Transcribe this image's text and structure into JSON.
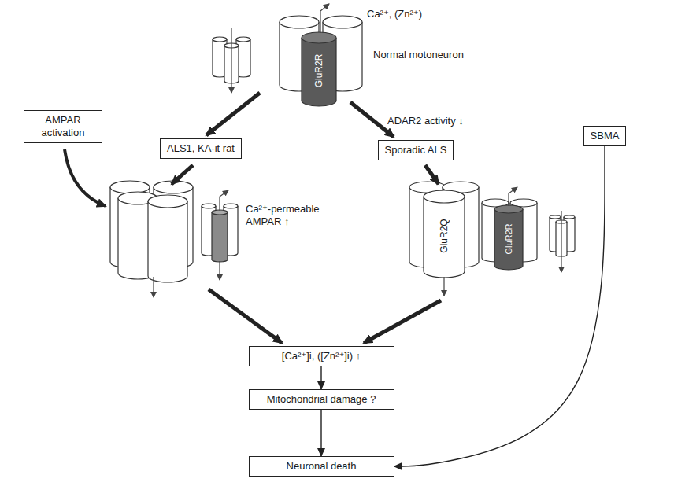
{
  "diagram": {
    "nodes": [
      {
        "text": [
          "ALS1, KA-it rat"
        ]
      },
      {
        "text": [
          "Sporadic ALS"
        ]
      },
      {
        "text": [
          "AMPAR activation"
        ]
      },
      {
        "text": [
          "SBMA"
        ]
      },
      {
        "text": [
          "[Ca²⁺]i, ([Zn²⁺]i) ↑"
        ]
      },
      {
        "text": [
          "Mitochondrial damage ?"
        ]
      },
      {
        "text": [
          "Neuronal death"
        ]
      }
    ],
    "edges": [
      {
        "from": 4,
        "to": 5,
        "arrow": "to"
      },
      {
        "from": 5,
        "to": 6,
        "arrow": "to"
      },
      {
        "from": 3,
        "to": 6,
        "arrow": "to"
      }
    ],
    "labels": [
      "Ca²⁺, (Zn²⁺)",
      "Normal motoneuron",
      "GluR2R",
      "ADAR2 activity ↓",
      "Ca²⁺-permeable AMPAR ↑",
      "GluR2Q",
      "GluR2R"
    ]
  }
}
